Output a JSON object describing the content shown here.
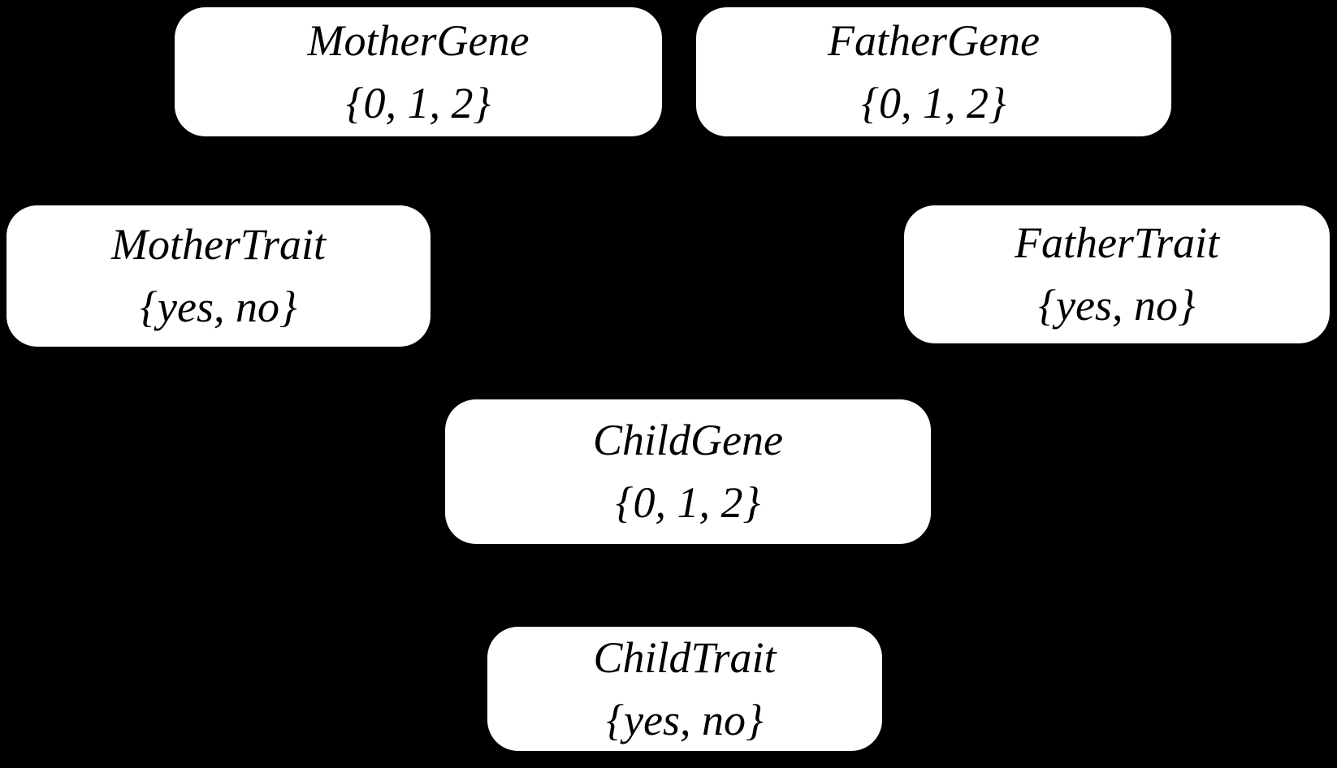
{
  "diagram": {
    "type": "bayesian-network",
    "background_color": "#000000",
    "node_fill_color": "#ffffff",
    "node_text_color": "#000000",
    "edges_visible": false,
    "nodes": {
      "mother_gene": {
        "label": "MotherGene",
        "domain": "{0, 1, 2}"
      },
      "father_gene": {
        "label": "FatherGene",
        "domain": "{0, 1, 2}"
      },
      "mother_trait": {
        "label": "MotherTrait",
        "domain": "{yes, no}"
      },
      "father_trait": {
        "label": "FatherTrait",
        "domain": "{yes, no}"
      },
      "child_gene": {
        "label": "ChildGene",
        "domain": "{0, 1, 2}"
      },
      "child_trait": {
        "label": "ChildTrait",
        "domain": "{yes, no}"
      }
    }
  }
}
